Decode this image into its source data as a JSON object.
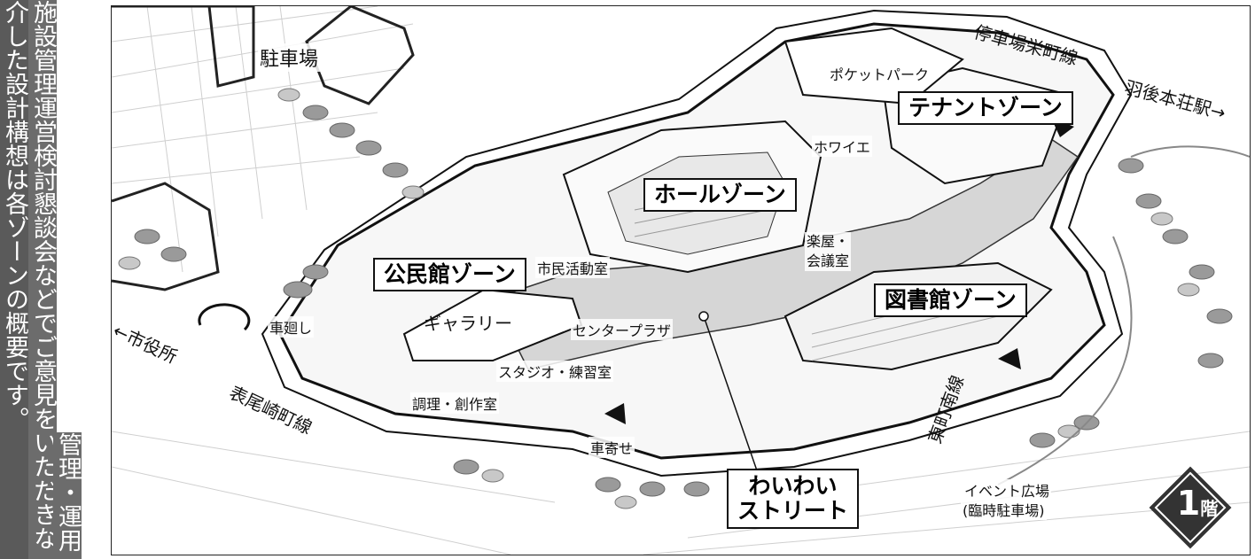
{
  "sidebar": {
    "col1": "介した設計構想は各ゾーンの概要です。",
    "col2": "施設管理運営検討懇談会などでご意見をいただきな",
    "col3": "管理・運用"
  },
  "map": {
    "roads": {
      "teisha": "停車場栄町線",
      "ugo": "羽後本荘駅→",
      "shiyakusho": "←市役所",
      "omote": "表尾崎町線",
      "higashi": "東町南線"
    },
    "places": {
      "parking": "駐車場",
      "pocket_park": "ポケットパーク",
      "foyer": "ホワイエ",
      "gakuya": "楽屋・\n会議室",
      "shimin": "市民活動室",
      "gallery": "ギャラリー",
      "center_plaza": "センタープラザ",
      "studio": "スタジオ・練習室",
      "cooking": "調理・創作室",
      "kurumamawashi": "車廻し",
      "kurumayose": "車寄せ",
      "event": "イベント広場",
      "event_sub": "(臨時駐車場)"
    },
    "zones": {
      "tenant": "テナントゾーン",
      "hall": "ホールゾーン",
      "kominkan": "公民館ゾーン",
      "library": "図書館ゾーン",
      "waiwai_1": "わいわい",
      "waiwai_2": "ストリート"
    },
    "floor": {
      "number": "1",
      "suffix": "階"
    },
    "colors": {
      "corridor": "#d6d6d6",
      "sidebar": "#5a5a5a",
      "badge": "#333333",
      "tree": "#9a9a9a"
    }
  }
}
